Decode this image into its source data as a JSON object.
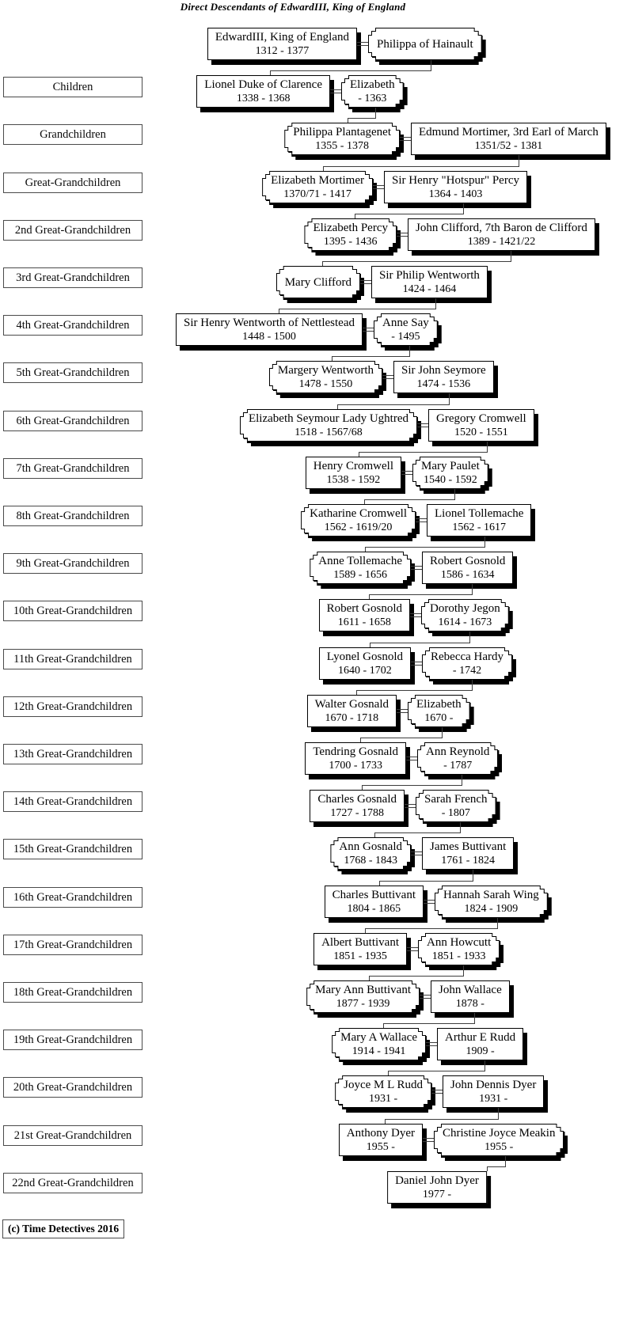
{
  "title": "Direct Descendants of EdwardIII, King of England",
  "copyright": "(c) Time Detectives 2016",
  "colors": {
    "background": "#ffffff",
    "box_fill": "#ffffff",
    "box_border": "#000000",
    "shadow": "#000000",
    "connector": "#3d3d3d"
  },
  "legend_note": "rect shape = plain rectangle box, notch = stepped-corner box",
  "tree": {
    "rows": [
      {
        "label": "",
        "gc": 458,
        "left": {
          "name": "EdwardIII, King of England",
          "dates": "1312 - 1377",
          "shape": "rect"
        },
        "right": {
          "name": "Philippa of Hainault",
          "dates": "",
          "shape": "notch"
        }
      },
      {
        "label": "Children",
        "gc": 424,
        "left": {
          "name": "Lionel Duke of Clarence",
          "dates": "1338 - 1368",
          "shape": "rect"
        },
        "right": {
          "name": "Elizabeth",
          "dates": "- 1363",
          "shape": "notch"
        }
      },
      {
        "label": "Grandchildren",
        "gc": 512,
        "left": {
          "name": "Philippa Plantagenet",
          "dates": "1355 - 1378",
          "shape": "notch"
        },
        "right": {
          "name": "Edmund Mortimer, 3rd Earl of March",
          "dates": "1351/52 - 1381",
          "shape": "rect"
        }
      },
      {
        "label": "Great-Grandchildren",
        "gc": 478,
        "left": {
          "name": "Elizabeth Mortimer",
          "dates": "1370/71 - 1417",
          "shape": "notch"
        },
        "right": {
          "name": "Sir Henry \"Hotspur\" Percy",
          "dates": "1364 - 1403",
          "shape": "rect"
        }
      },
      {
        "label": "2nd Great-Grandchildren",
        "gc": 508,
        "left": {
          "name": "Elizabeth Percy",
          "dates": "1395 - 1436",
          "shape": "notch"
        },
        "right": {
          "name": "John Clifford, 7th Baron de Clifford",
          "dates": "1389 - 1421/22",
          "shape": "rect"
        }
      },
      {
        "label": "3rd Great-Grandchildren",
        "gc": 462,
        "left": {
          "name": "Mary Clifford",
          "dates": "",
          "shape": "notch"
        },
        "right": {
          "name": "Sir Philip Wentworth",
          "dates": "1424 - 1464",
          "shape": "rect"
        }
      },
      {
        "label": "4th Great-Grandchildren",
        "gc": 465,
        "left": {
          "name": "Sir Henry Wentworth of Nettlestead",
          "dates": "1448 - 1500",
          "shape": "rect"
        },
        "right": {
          "name": "Anne Say",
          "dates": "- 1495",
          "shape": "notch"
        }
      },
      {
        "label": "5th Great-Grandchildren",
        "gc": 490,
        "left": {
          "name": "Margery Wentworth",
          "dates": "1478 - 1550",
          "shape": "notch"
        },
        "right": {
          "name": "Sir John Seymore",
          "dates": "1474 - 1536",
          "shape": "rect"
        }
      },
      {
        "label": "6th Great-Grandchildren",
        "gc": 534,
        "left": {
          "name": "Elizabeth Seymour Lady Ughtred",
          "dates": "1518 - 1567/68",
          "shape": "notch"
        },
        "right": {
          "name": "Gregory Cromwell",
          "dates": "1520 - 1551",
          "shape": "rect"
        }
      },
      {
        "label": "7th Great-Grandchildren",
        "gc": 514,
        "left": {
          "name": "Henry Cromwell",
          "dates": "1538 - 1592",
          "shape": "rect"
        },
        "right": {
          "name": "Mary Paulet",
          "dates": "1540 - 1592",
          "shape": "notch"
        }
      },
      {
        "label": "8th Great-Grandchildren",
        "gc": 532,
        "left": {
          "name": "Katharine Cromwell",
          "dates": "1562 - 1619/20",
          "shape": "notch"
        },
        "right": {
          "name": "Lionel Tollemache",
          "dates": "1562 - 1617",
          "shape": "rect"
        }
      },
      {
        "label": "9th Great-Grandchildren",
        "gc": 526,
        "left": {
          "name": "Anne Tollemache",
          "dates": "1589 - 1656",
          "shape": "notch"
        },
        "right": {
          "name": "Robert Gosnold",
          "dates": "1586 - 1634",
          "shape": "rect"
        }
      },
      {
        "label": "10th Great-Grandchildren",
        "gc": 525,
        "left": {
          "name": "Robert Gosnold",
          "dates": "1611 - 1658",
          "shape": "rect"
        },
        "right": {
          "name": "Dorothy Jegon",
          "dates": "1614 - 1673",
          "shape": "notch"
        }
      },
      {
        "label": "11th Great-Grandchildren",
        "gc": 526,
        "left": {
          "name": "Lyonel Gosnold",
          "dates": "1640 - 1702",
          "shape": "rect"
        },
        "right": {
          "name": "Rebecca Hardy",
          "dates": "- 1742",
          "shape": "notch"
        }
      },
      {
        "label": "12th Great-Grandchildren",
        "gc": 508,
        "left": {
          "name": "Walter Gosnald",
          "dates": "1670 - 1718",
          "shape": "rect"
        },
        "right": {
          "name": "Elizabeth",
          "dates": "1670 -",
          "shape": "notch"
        }
      },
      {
        "label": "13th Great-Grandchildren",
        "gc": 520,
        "left": {
          "name": "Tendring Gosnald",
          "dates": "1700 - 1733",
          "shape": "rect"
        },
        "right": {
          "name": "Ann Reynold",
          "dates": "- 1787",
          "shape": "notch"
        }
      },
      {
        "label": "14th Great-Grandchildren",
        "gc": 518,
        "left": {
          "name": "Charles Gosnald",
          "dates": "1727 - 1788",
          "shape": "rect"
        },
        "right": {
          "name": "Sarah French",
          "dates": "- 1807",
          "shape": "notch"
        }
      },
      {
        "label": "15th Great-Grandchildren",
        "gc": 526,
        "left": {
          "name": "Ann Gosnald",
          "dates": "1768 - 1843",
          "shape": "notch"
        },
        "right": {
          "name": "James Buttivant",
          "dates": "1761 - 1824",
          "shape": "rect"
        }
      },
      {
        "label": "16th Great-Grandchildren",
        "gc": 542,
        "left": {
          "name": "Charles Buttivant",
          "dates": "1804 - 1865",
          "shape": "rect"
        },
        "right": {
          "name": "Hannah Sarah Wing",
          "dates": "1824 - 1909",
          "shape": "notch"
        }
      },
      {
        "label": "17th Great-Grandchildren",
        "gc": 521,
        "left": {
          "name": "Albert Buttivant",
          "dates": "1851 - 1935",
          "shape": "rect"
        },
        "right": {
          "name": "Ann Howcutt",
          "dates": "1851 - 1933",
          "shape": "notch"
        }
      },
      {
        "label": "18th Great-Grandchildren",
        "gc": 537,
        "left": {
          "name": "Mary Ann Buttivant",
          "dates": "1877 - 1939",
          "shape": "notch"
        },
        "right": {
          "name": "John Wallace",
          "dates": "1878 -",
          "shape": "rect"
        }
      },
      {
        "label": "19th Great-Grandchildren",
        "gc": 545,
        "left": {
          "name": "Mary A Wallace",
          "dates": "1914 - 1941",
          "shape": "notch"
        },
        "right": {
          "name": "Arthur E Rudd",
          "dates": "1909 -",
          "shape": "rect"
        }
      },
      {
        "label": "20th Great-Grandchildren",
        "gc": 552,
        "left": {
          "name": "Joyce M L Rudd",
          "dates": "1931 -",
          "shape": "notch"
        },
        "right": {
          "name": "John Dennis Dyer",
          "dates": "1931 -",
          "shape": "rect"
        }
      },
      {
        "label": "21st Great-Grandchildren",
        "gc": 541,
        "left": {
          "name": "Anthony Dyer",
          "dates": "1955 -",
          "shape": "rect"
        },
        "right": {
          "name": "Christine Joyce Meakin",
          "dates": "1955 -",
          "shape": "notch"
        }
      },
      {
        "label": "22nd Great-Grandchildren",
        "gc": 552,
        "single": {
          "name": "Daniel John Dyer",
          "dates": "1977 -",
          "shape": "rect"
        }
      }
    ]
  }
}
